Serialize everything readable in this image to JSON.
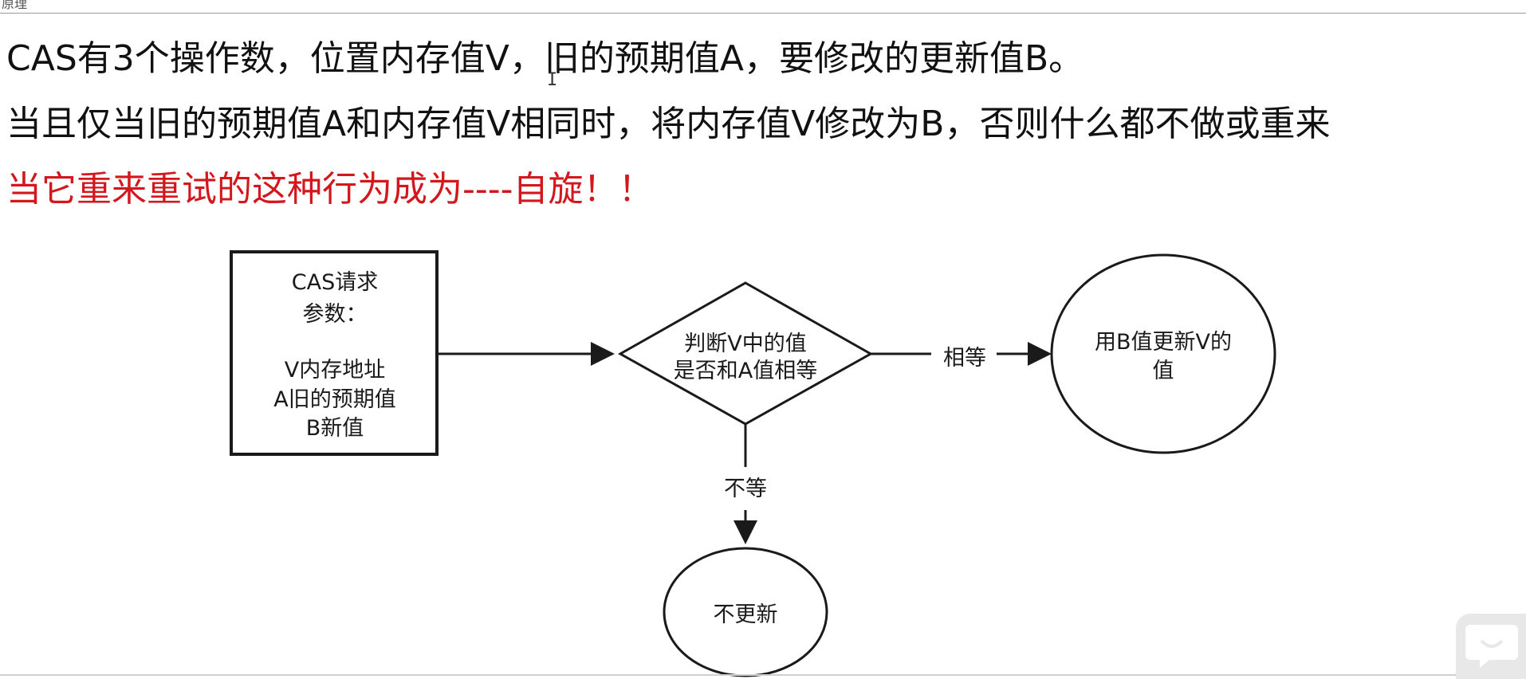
{
  "window": {
    "title": "原理"
  },
  "lines": [
    "CAS有3个操作数，位置内存值V，旧的预期值A，要修改的更新值B。",
    "当且仅当旧的预期值A和内存值V相同时，将内存值V修改为B，否则什么都不做或重来",
    "当它重来重试的这种行为成为----自旋！！"
  ],
  "highlight_color": "#d2171d",
  "diagram": {
    "request_box": [
      "CAS请求",
      "参数：",
      "",
      "V内存地址",
      "A旧的预期值",
      "B新值"
    ],
    "decision": [
      "判断V中的值",
      "是否和A值相等"
    ],
    "equal_label": "相等",
    "not_equal_label": "不等",
    "update_node": [
      "用B值更新V的",
      "值"
    ],
    "no_update_node": "不更新"
  },
  "icons": {
    "cursor": "text-cursor-icon",
    "corner": "chat-bubble-icon"
  }
}
